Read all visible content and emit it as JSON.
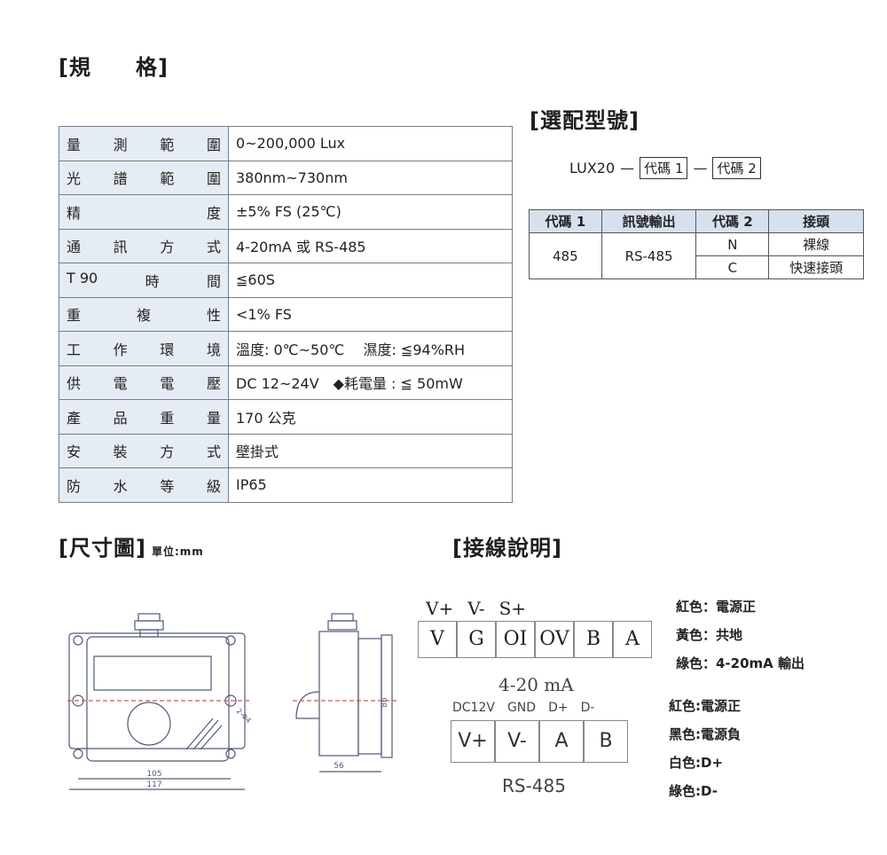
{
  "headings": {
    "spec": "[規　　格]",
    "model": "[選配型號]",
    "dimension": "[尺寸圖]",
    "dimension_unit": "單位:mm",
    "wiring": "[接線說明]"
  },
  "spec_rows": [
    {
      "label": [
        "量",
        "測",
        "範",
        "圍"
      ],
      "value": "0~200,000 Lux"
    },
    {
      "label": [
        "光",
        "譜",
        "範",
        "圍"
      ],
      "value": "380nm~730nm"
    },
    {
      "label": [
        "精",
        "度"
      ],
      "value": "±5% FS (25℃)"
    },
    {
      "label": [
        "通",
        "訊",
        "方",
        "式"
      ],
      "value": "4-20mA 或 RS-485"
    },
    {
      "label": [
        "T 90",
        "時",
        "間"
      ],
      "value": "≦60S"
    },
    {
      "label": [
        "重",
        "複",
        "性"
      ],
      "value": "<1% FS"
    },
    {
      "label": [
        "工",
        "作",
        "環",
        "境"
      ],
      "value": "溫度: 0℃~50℃　 濕度: ≦94%RH"
    },
    {
      "label": [
        "供",
        "電",
        "電",
        "壓"
      ],
      "value": "DC 12~24V　◆耗電量 : ≦ 50mW"
    },
    {
      "label": [
        "產",
        "品",
        "重",
        "量"
      ],
      "value": "170 公克"
    },
    {
      "label": [
        "安",
        "裝",
        "方",
        "式"
      ],
      "value": "壁掛式"
    },
    {
      "label": [
        "防",
        "水",
        "等",
        "級"
      ],
      "value": "IP65"
    }
  ],
  "model_code": {
    "prefix": "LUX20",
    "dash": "—",
    "code1": "代碼 1",
    "code2": "代碼 2"
  },
  "model_table": {
    "headers": [
      "代碼 1",
      "訊號輸出",
      "代碼 2",
      "接頭"
    ],
    "code1_value": "485",
    "output_value": "RS-485",
    "rows": [
      {
        "code2": "N",
        "connector": "裸線"
      },
      {
        "code2": "C",
        "connector": "快速接頭"
      }
    ]
  },
  "dimensions": {
    "width_inner": "105",
    "width_outer": "117",
    "depth": "56",
    "height": "86",
    "hole": "2-Φ4"
  },
  "wiring_analog": {
    "top_labels": [
      "V+",
      "V-",
      "S+"
    ],
    "terminals": [
      "V",
      "G",
      "OI",
      "OV",
      "B",
      "A"
    ],
    "caption": "4-20 mA"
  },
  "wiring_rs485": {
    "top_labels": [
      "DC12V",
      "GND",
      "D+",
      "D-"
    ],
    "terminals": [
      "V+",
      "V-",
      "A",
      "B"
    ],
    "caption": "RS-485"
  },
  "notes_analog": [
    "紅色：電源正",
    "黃色：共地",
    "綠色：4-20mA 輸出"
  ],
  "notes_rs485": [
    "紅色:電源正",
    "黑色:電源負",
    "白色:D+",
    "綠色:D-"
  ]
}
